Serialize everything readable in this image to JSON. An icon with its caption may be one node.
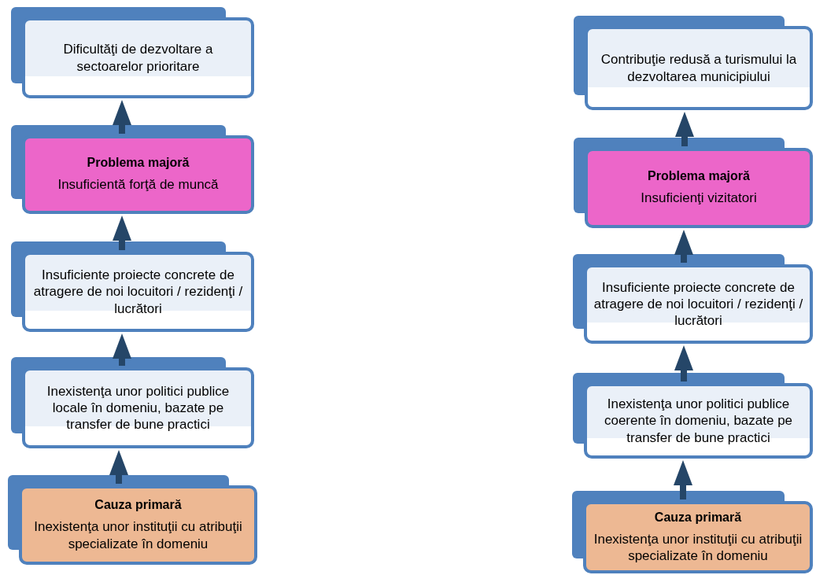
{
  "diagram": {
    "nodes": [
      {
        "text": [
          "Dificultăţi de dezvoltare a sectoarelor prioritare"
        ]
      },
      {
        "text": [
          "Problema majoră",
          "Insuficientă forţă de muncă"
        ]
      },
      {
        "text": [
          "Insuficiente proiecte concrete de atragere de noi locuitori / rezidenţi / lucrători"
        ]
      },
      {
        "text": [
          "Inexistenţa unor politici publice locale în domeniu, bazate pe transfer de bune practici"
        ]
      },
      {
        "text": [
          "Cauza primară",
          "Inexistenţa unor instituţii cu atribuţii specializate în domeniu"
        ]
      },
      {
        "text": [
          "Contribuţie redusă a turismului la dezvoltarea municipiului"
        ]
      },
      {
        "text": [
          "Problema majoră",
          "Insuficienţi vizitatori"
        ]
      },
      {
        "text": [
          "Insuficiente proiecte concrete de atragere de noi locuitori / rezidenţi / lucrători"
        ]
      },
      {
        "text": [
          "Inexistenţa unor politici publice coerente în domeniu, bazate pe transfer de bune practici"
        ]
      },
      {
        "text": [
          "Cauza primară",
          "Inexistenţa unor instituţii cu atribuţii specializate în domeniu"
        ]
      }
    ],
    "edges": [
      {
        "from": 4,
        "to": 3,
        "arrow": "to"
      },
      {
        "from": 3,
        "to": 2,
        "arrow": "to"
      },
      {
        "from": 2,
        "to": 1,
        "arrow": "to"
      },
      {
        "from": 1,
        "to": 0,
        "arrow": "to"
      },
      {
        "from": 9,
        "to": 8,
        "arrow": "to"
      },
      {
        "from": 8,
        "to": 7,
        "arrow": "to"
      },
      {
        "from": 7,
        "to": 6,
        "arrow": "to"
      },
      {
        "from": 6,
        "to": 5,
        "arrow": "to"
      }
    ]
  }
}
